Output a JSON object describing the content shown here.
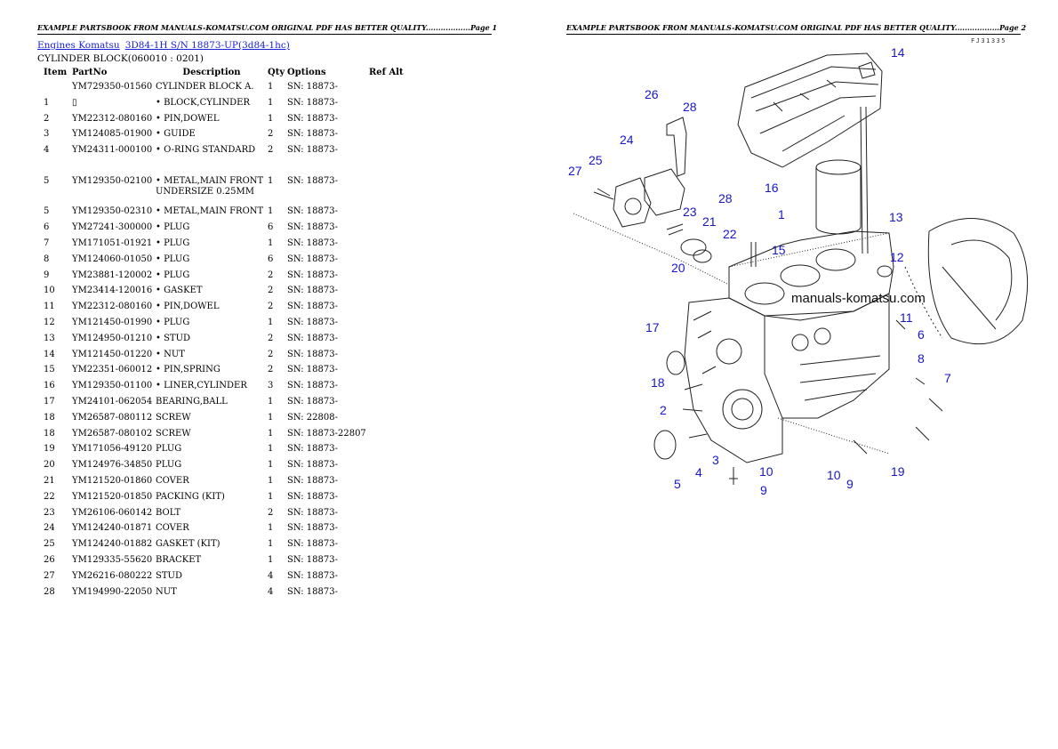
{
  "header_left": "EXAMPLE PARTSBOOK FROM MANUALS-KOMATSU.COM ORIGINAL PDF HAS BETTER QUALITY..................Page 1",
  "header_right": "EXAMPLE PARTSBOOK FROM MANUALS-KOMATSU.COM ORIGINAL PDF HAS BETTER QUALITY..................Page 2",
  "breadcrumb": {
    "link1": "Engines Komatsu",
    "link2": "3D84-1H S/N 18873-UP(3d84-1hc)"
  },
  "section_title": "CYLINDER BLOCK(060010 : 0201)",
  "columns": {
    "item": "Item",
    "partno": "PartNo",
    "description": "Description",
    "qty": "Qty",
    "options": "Options",
    "ref_alt": "Ref Alt"
  },
  "rows": [
    {
      "item": "",
      "partno": "YM729350-01560",
      "desc": "CYLINDER BLOCK A.",
      "qty": "1",
      "opt": "SN: 18873-"
    },
    {
      "item": "1",
      "partno": "▯",
      "desc": "• BLOCK,CYLINDER",
      "qty": "1",
      "opt": "SN: 18873-"
    },
    {
      "item": "2",
      "partno": "YM22312-080160",
      "desc": "• PIN,DOWEL",
      "qty": "1",
      "opt": "SN: 18873-"
    },
    {
      "item": "3",
      "partno": "YM124085-01900",
      "desc": "• GUIDE",
      "qty": "2",
      "opt": "SN: 18873-"
    },
    {
      "item": "4",
      "partno": "YM24311-000100",
      "desc": "• O-RING STANDARD",
      "qty": "2",
      "opt": "SN: 18873-",
      "wrap": true
    },
    {
      "item": "5",
      "partno": "YM129350-02100",
      "desc": "• METAL,MAIN FRONT UNDERSIZE 0.25MM",
      "qty": "1",
      "opt": "SN: 18873-",
      "wrap": true
    },
    {
      "item": "5",
      "partno": "YM129350-02310",
      "desc": "• METAL,MAIN FRONT",
      "qty": "1",
      "opt": "SN: 18873-"
    },
    {
      "item": "6",
      "partno": "YM27241-300000",
      "desc": "• PLUG",
      "qty": "6",
      "opt": "SN: 18873-"
    },
    {
      "item": "7",
      "partno": "YM171051-01921",
      "desc": "• PLUG",
      "qty": "1",
      "opt": "SN: 18873-"
    },
    {
      "item": "8",
      "partno": "YM124060-01050",
      "desc": "• PLUG",
      "qty": "6",
      "opt": "SN: 18873-"
    },
    {
      "item": "9",
      "partno": "YM23881-120002",
      "desc": "• PLUG",
      "qty": "2",
      "opt": "SN: 18873-"
    },
    {
      "item": "10",
      "partno": "YM23414-120016",
      "desc": "• GASKET",
      "qty": "2",
      "opt": "SN: 18873-"
    },
    {
      "item": "11",
      "partno": "YM22312-080160",
      "desc": "• PIN,DOWEL",
      "qty": "2",
      "opt": "SN: 18873-"
    },
    {
      "item": "12",
      "partno": "YM121450-01990",
      "desc": "• PLUG",
      "qty": "1",
      "opt": "SN: 18873-"
    },
    {
      "item": "13",
      "partno": "YM124950-01210",
      "desc": "• STUD",
      "qty": "2",
      "opt": "SN: 18873-"
    },
    {
      "item": "14",
      "partno": "YM121450-01220",
      "desc": "• NUT",
      "qty": "2",
      "opt": "SN: 18873-"
    },
    {
      "item": "15",
      "partno": "YM22351-060012",
      "desc": "• PIN,SPRING",
      "qty": "2",
      "opt": "SN: 18873-"
    },
    {
      "item": "16",
      "partno": "YM129350-01100",
      "desc": "• LINER,CYLINDER",
      "qty": "3",
      "opt": "SN: 18873-"
    },
    {
      "item": "17",
      "partno": "YM24101-062054",
      "desc": "BEARING,BALL",
      "qty": "1",
      "opt": "SN: 18873-"
    },
    {
      "item": "18",
      "partno": "YM26587-080112",
      "desc": "SCREW",
      "qty": "1",
      "opt": "SN: 22808-"
    },
    {
      "item": "18",
      "partno": "YM26587-080102",
      "desc": "SCREW",
      "qty": "1",
      "opt": "SN: 18873-22807"
    },
    {
      "item": "19",
      "partno": "YM171056-49120",
      "desc": "PLUG",
      "qty": "1",
      "opt": "SN: 18873-"
    },
    {
      "item": "20",
      "partno": "YM124976-34850",
      "desc": "PLUG",
      "qty": "1",
      "opt": "SN: 18873-"
    },
    {
      "item": "21",
      "partno": "YM121520-01860",
      "desc": "COVER",
      "qty": "1",
      "opt": "SN: 18873-"
    },
    {
      "item": "22",
      "partno": "YM121520-01850",
      "desc": "PACKING (KIT)",
      "qty": "1",
      "opt": "SN: 18873-"
    },
    {
      "item": "23",
      "partno": "YM26106-060142",
      "desc": "BOLT",
      "qty": "2",
      "opt": "SN: 18873-"
    },
    {
      "item": "24",
      "partno": "YM124240-01871",
      "desc": "COVER",
      "qty": "1",
      "opt": "SN: 18873-"
    },
    {
      "item": "25",
      "partno": "YM124240-01882",
      "desc": "GASKET (KIT)",
      "qty": "1",
      "opt": "SN: 18873-"
    },
    {
      "item": "26",
      "partno": "YM129335-55620",
      "desc": "BRACKET",
      "qty": "1",
      "opt": "SN: 18873-"
    },
    {
      "item": "27",
      "partno": "YM26216-080222",
      "desc": "STUD",
      "qty": "4",
      "opt": "SN: 18873-"
    },
    {
      "item": "28",
      "partno": "YM194990-22050",
      "desc": "NUT",
      "qty": "4",
      "opt": "SN: 18873-"
    }
  ],
  "diagram": {
    "code": "FJ31335",
    "watermark": "manuals-komatsu.com",
    "callout_color": "#1616c8",
    "callouts": [
      "1",
      "2",
      "3",
      "4",
      "5",
      "6",
      "7",
      "8",
      "9",
      "9",
      "10",
      "10",
      "11",
      "12",
      "13",
      "14",
      "15",
      "16",
      "17",
      "18",
      "19",
      "20",
      "21",
      "22",
      "23",
      "24",
      "25",
      "26",
      "27",
      "28",
      "28"
    ]
  }
}
